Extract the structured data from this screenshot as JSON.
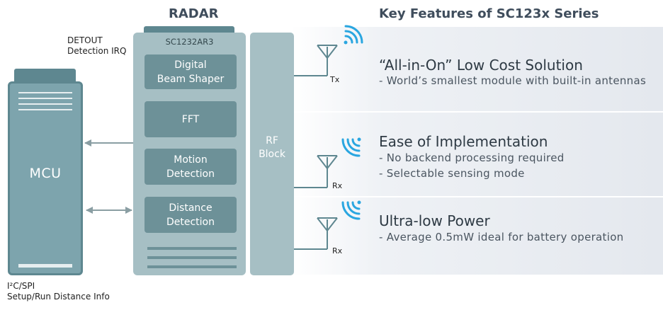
{
  "header": {
    "radar_title": "RADAR",
    "features_title": "Key Features of SC123x Series"
  },
  "notes": {
    "detout_line1": "DETOUT",
    "detout_line2": "Detection IRQ",
    "i2c_line1": "I²C/SPI",
    "i2c_line2": "Setup/Run Distance Info"
  },
  "mcu": {
    "label": "MCU"
  },
  "chip": {
    "label": "SC1232AR3",
    "blocks": [
      {
        "line1": "Digital",
        "line2": "Beam Shaper"
      },
      {
        "line1": "FFT",
        "line2": ""
      },
      {
        "line1": "Motion",
        "line2": "Detection"
      },
      {
        "line1": "Distance",
        "line2": "Detection"
      }
    ]
  },
  "rf_block": {
    "line1": "RF",
    "line2": "Block"
  },
  "antennas": [
    {
      "label": "Tx"
    },
    {
      "label": "Rx"
    },
    {
      "label": "Rx"
    }
  ],
  "features": [
    {
      "title": "“All-in-On” Low Cost Solution",
      "lines": [
        "- World’s smallest module with built-in antennas"
      ]
    },
    {
      "title": "Ease of Implementation",
      "lines": [
        "- No backend processing required",
        "- Selectable sensing mode"
      ]
    },
    {
      "title": "Ultra-low Power",
      "lines": [
        "- Average 0.5mW ideal for battery operation"
      ]
    }
  ],
  "colors": {
    "block_dark": "#6d9198",
    "block_light": "#a6bfc4",
    "signal_blue": "#2aa6e0",
    "title_text": "#3f4d5c"
  }
}
